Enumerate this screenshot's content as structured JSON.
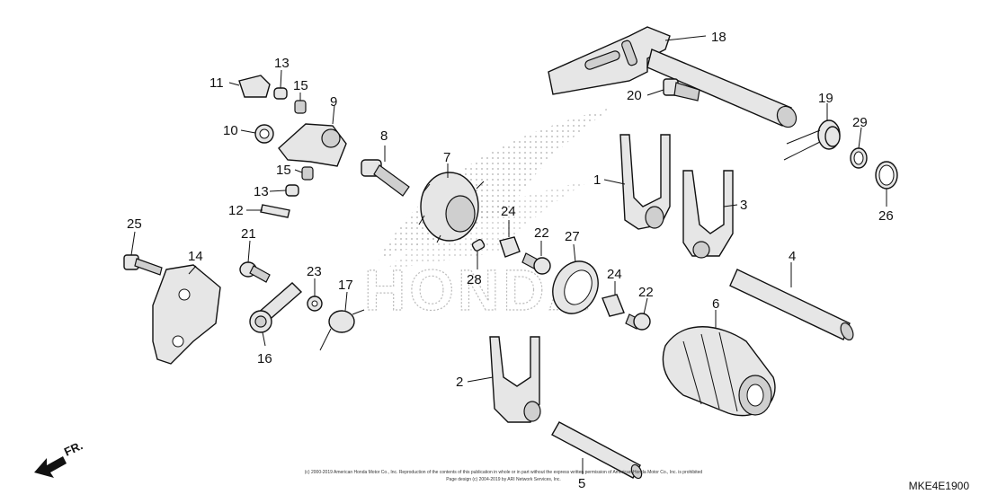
{
  "diagram": {
    "watermark": "HONDA",
    "direction_label": "FR.",
    "diagram_code": "MKE4E1900",
    "copyright_line1": "(c) 2000-2019 American Honda Motor Co., Inc. Reproduction of the contents of this publication in whole or in part without the express written permission of American Honda Motor Co., Inc. is prohibited",
    "copyright_line2": "Page design (c) 2004-2019 by ARI Network Services, Inc.",
    "callouts": [
      "1",
      "2",
      "3",
      "4",
      "5",
      "6",
      "7",
      "8",
      "9",
      "10",
      "11",
      "12",
      "13",
      "13",
      "14",
      "15",
      "15",
      "16",
      "17",
      "18",
      "19",
      "20",
      "21",
      "22",
      "22",
      "23",
      "24",
      "24",
      "25",
      "26",
      "27",
      "28",
      "29"
    ]
  }
}
